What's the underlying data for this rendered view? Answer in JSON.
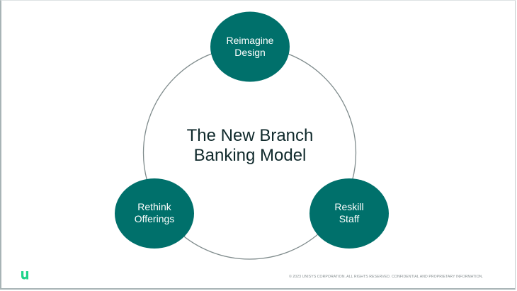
{
  "slide": {
    "center_title_line1": "The New Branch",
    "center_title_line2": "Banking Model",
    "nodes": [
      {
        "line1": "Reimagine",
        "line2": "Design"
      },
      {
        "line1": "Rethink",
        "line2": "Offerings"
      },
      {
        "line1": "Reskill",
        "line2": "Staff"
      }
    ],
    "footer": "© 2023 UNISYS CORPORATION. ALL RIGHTS RESERVED. CONFIDENTIAL AND PROPRIETARY INFORMATION.",
    "logo_icon": "unisys-u-logo-icon"
  },
  "colors": {
    "node_fill": "#00706b",
    "ring_stroke": "#7f8b8c",
    "title_text": "#102a2c",
    "logo_green": "#1fd38a",
    "footer_text": "#8a9294"
  }
}
